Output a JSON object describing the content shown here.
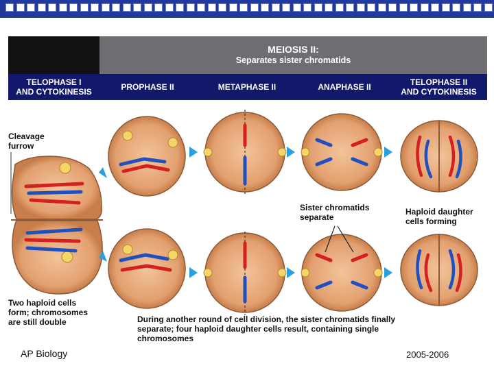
{
  "header": {
    "title_line1": "MEIOSIS II:",
    "title_line2": "Separates sister chromatids",
    "phases": [
      {
        "line1": "TELOPHASE I",
        "line2": "AND CYTOKINESIS"
      },
      {
        "line1": "PROPHASE II",
        "line2": ""
      },
      {
        "line1": "METAPHASE II",
        "line2": ""
      },
      {
        "line1": "ANAPHASE II",
        "line2": ""
      },
      {
        "line1": "TELOPHASE II",
        "line2": "AND CYTOKINESIS"
      }
    ]
  },
  "labels": {
    "cleavage_furrow": [
      "Cleavage",
      "furrow"
    ],
    "sister_chromatids": [
      "Sister chromatids",
      "separate"
    ],
    "haploid_forming": [
      "Haploid daughter",
      "cells forming"
    ],
    "two_haploid": [
      "Two haploid cells",
      "form; chromosomes",
      "are still double"
    ]
  },
  "caption": [
    "During another round of cell division, the sister chromatids finally",
    "separate; four haploid daughter cells result, containing single",
    "chromosomes"
  ],
  "footer": {
    "left": "AP Biology",
    "right": "2005-2006"
  },
  "colors": {
    "bar": "#1f3a9a",
    "navy": "#12196b",
    "grey": "#6e6e72",
    "cell": "#e8a878",
    "chrom_red": "#d42020",
    "chrom_blue": "#2050c0",
    "arrow": "#2aa0e0"
  }
}
